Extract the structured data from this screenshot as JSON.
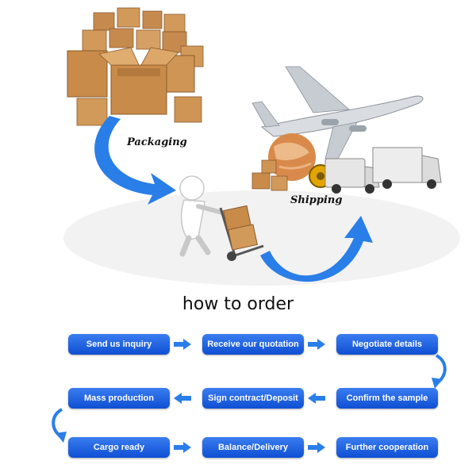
{
  "illustration": {
    "packaging_label": "Packaging",
    "shipping_label": "Shipping"
  },
  "title": "how to order",
  "steps": [
    "Send us inquiry",
    "Receive our quotation",
    "Negotiate details",
    "Confirm the sample",
    "Sign contract/Deposit",
    "Mass production",
    "Cargo ready",
    "Balance/Delivery",
    "Further cooperation"
  ],
  "colors": {
    "step_fill": "#1f5fe0",
    "step_text": "#ffffff",
    "arrow": "#2a7ee8",
    "box": "#c98b4a"
  }
}
